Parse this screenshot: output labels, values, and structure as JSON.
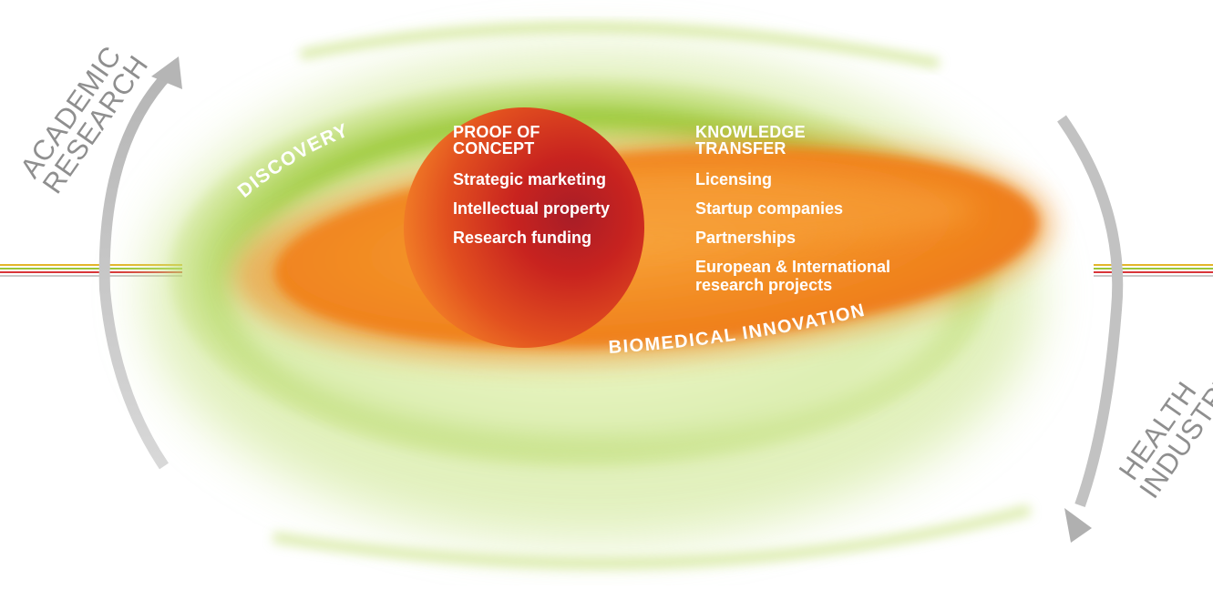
{
  "side_labels": {
    "academic": [
      "ACADEMIC",
      "RESEARCH"
    ],
    "industry": [
      "HEALTH",
      "INDUSTRY"
    ]
  },
  "arc_labels": {
    "discovery": "DISCOVERY",
    "innovation": "BIOMEDICAL INNOVATION"
  },
  "proof_of_concept": {
    "title_lines": [
      "PROOF OF",
      "CONCEPT"
    ],
    "items": [
      "Strategic marketing",
      "Intellectual property",
      "Research funding"
    ]
  },
  "knowledge_transfer": {
    "title_lines": [
      "KNOWLEDGE",
      "TRANSFER"
    ],
    "items": [
      "Licensing",
      "Startup companies",
      "Partnerships"
    ],
    "multiline_item": [
      "European & International",
      "research projects"
    ]
  },
  "colors": {
    "green": "#9cc93a",
    "light_green": "#d9ef9e",
    "orange": "#f28a22",
    "red": "#c8231f",
    "arrow_gray": "#bdbdbd",
    "label_gray": "#8f8f8f",
    "stripe_colors": [
      "#e3b52a",
      "#9bc63a",
      "#d9363a",
      "#c9c9c9"
    ]
  }
}
